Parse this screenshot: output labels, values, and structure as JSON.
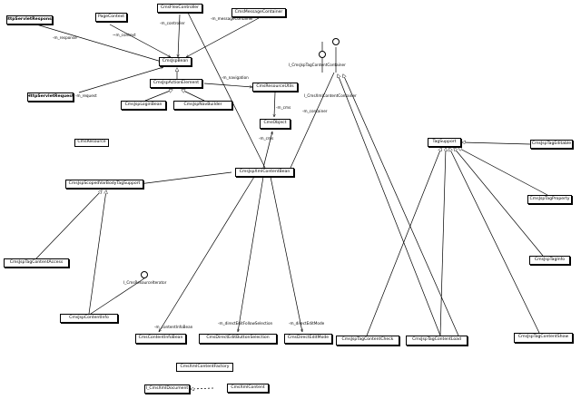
{
  "boxes": {
    "http_servlet_response": "HttpServletResponse",
    "page_context": "PageContext",
    "cms_flex_controller": "CmsFlexController",
    "cms_message_container": "CmsMessageContainer",
    "cms_jsp_bean": "CmsJspBean",
    "http_servlet_request": "HttpServletRequest",
    "cms_jsp_action_element": "CmsJspActionElement",
    "cms_resource_utils": "CmsResourceUtils",
    "cms_jsp_login_bean": "CmsJspLoginBean",
    "cms_jsp_navigation_bean": "CmsJspNavBuilder",
    "cms_object": "CmsObject",
    "cms_resource": "CmsResource",
    "cms_jsp_xml_content_bean": "CmsJspXmlContentBean",
    "cms_jsp_scope_var_body_tag_support": "CmsJspScopedVarBodyTagSupport",
    "tag_support": "TagSupport",
    "cms_jsp_tag_edit_able": "CmsJspTagEditable",
    "cms_jsp_tag_property": "CmsJspTagProperty",
    "cms_jsp_tag_content_access": "CmsJspTagContentAccess",
    "cms_jsp_tag_info": "CmsJspTagInfo",
    "cms_jsp_content_info": "CmsJspContentInfo",
    "cms_content_info_bean": "CmsContentInfoBean",
    "cms_direct_edit_button_selection": "CmsDirectEditButtonSelection",
    "cms_direct_edit_mode": "CmsDirectEditMode",
    "cms_jsp_tag_content_check": "CmsJspTagContentCheck",
    "cms_jsp_tag_content_load": "CmsJspTagContentLoad",
    "cms_jsp_tag_content_show": "CmsJspTagContentShow",
    "cms_xml_content_factory": "CmsXmlContentFactory",
    "i_cms_xml_document": "I_CmsXmlDocument",
    "cms_xml_content": "CmsXmlContent"
  },
  "interfaces": {
    "i_cms_jsp_tag_content_container": "I_CmsJspTagContentContainer",
    "i_cms_xml_content_container": "I_CmsXmlContentContainer",
    "i_cms_resource_iterator": "I_CmsResourceIterator"
  },
  "labels": {
    "m_response": "-m_response",
    "m_context": "~m_context",
    "m_controller": "-m_controller",
    "m_message_container": "-m_messageContainer",
    "m_request": "-m_request",
    "m_navigation": "-m_navigation",
    "m_cms_1": "-m_cms",
    "m_cms_2": "-m_cms",
    "m_container": "-m_container",
    "m_content_info_bean": "-m_contentInfoBean",
    "m_direct_edit_follow_selection": "-m_directEditFollowSelection",
    "m_direct_edit_mode": "-m_directEditMode"
  }
}
